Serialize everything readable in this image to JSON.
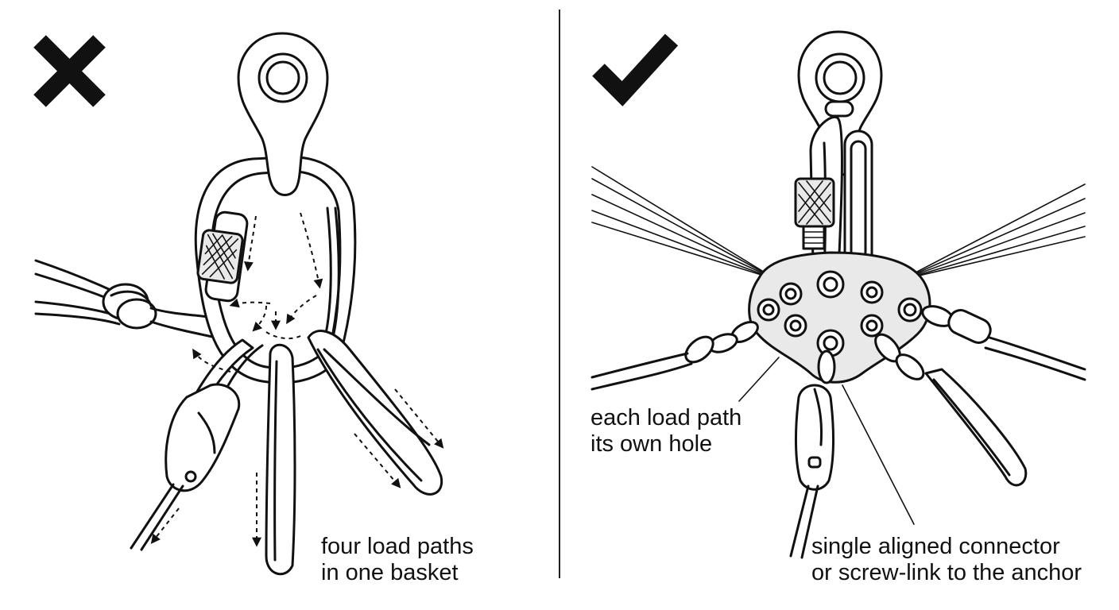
{
  "left_panel": {
    "verdict_icon": "cross-mark-icon",
    "caption": [
      "four load paths",
      "in one basket"
    ]
  },
  "right_panel": {
    "verdict_icon": "check-mark-icon",
    "callouts": [
      [
        "each load path",
        "its own hole"
      ],
      [
        "single aligned connector",
        "or screw-link to the anchor"
      ]
    ]
  },
  "colors": {
    "ink": "#111111",
    "background": "#ffffff",
    "fill_light": "#e9e9e9"
  }
}
